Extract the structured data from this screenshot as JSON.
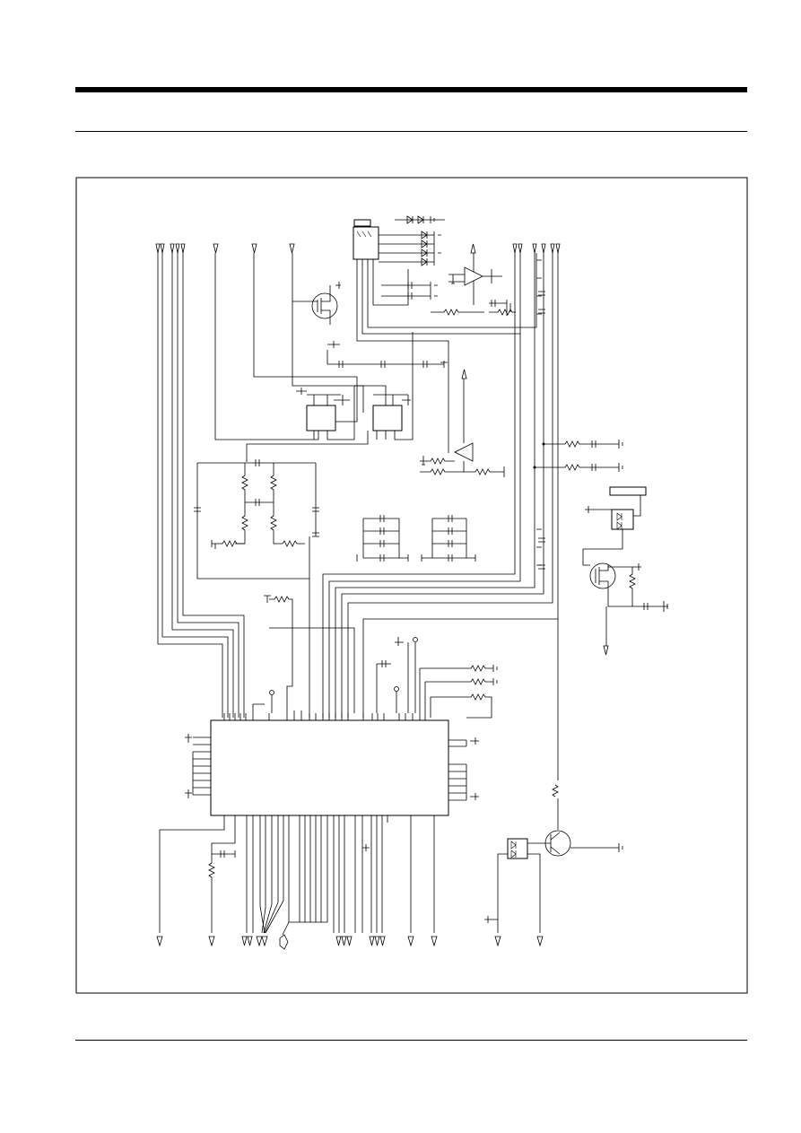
{
  "page": {
    "header_text": "",
    "footer_text": ""
  },
  "schematic": {
    "components": [
      "ic-main",
      "ic-small-left",
      "ic-small-right",
      "op-amp-upper",
      "op-amp-lower",
      "mosfet-upper",
      "mosfet-right",
      "transistor-npn",
      "diode-bridge-right",
      "diode-bridge-bottom",
      "connector-top"
    ]
  }
}
